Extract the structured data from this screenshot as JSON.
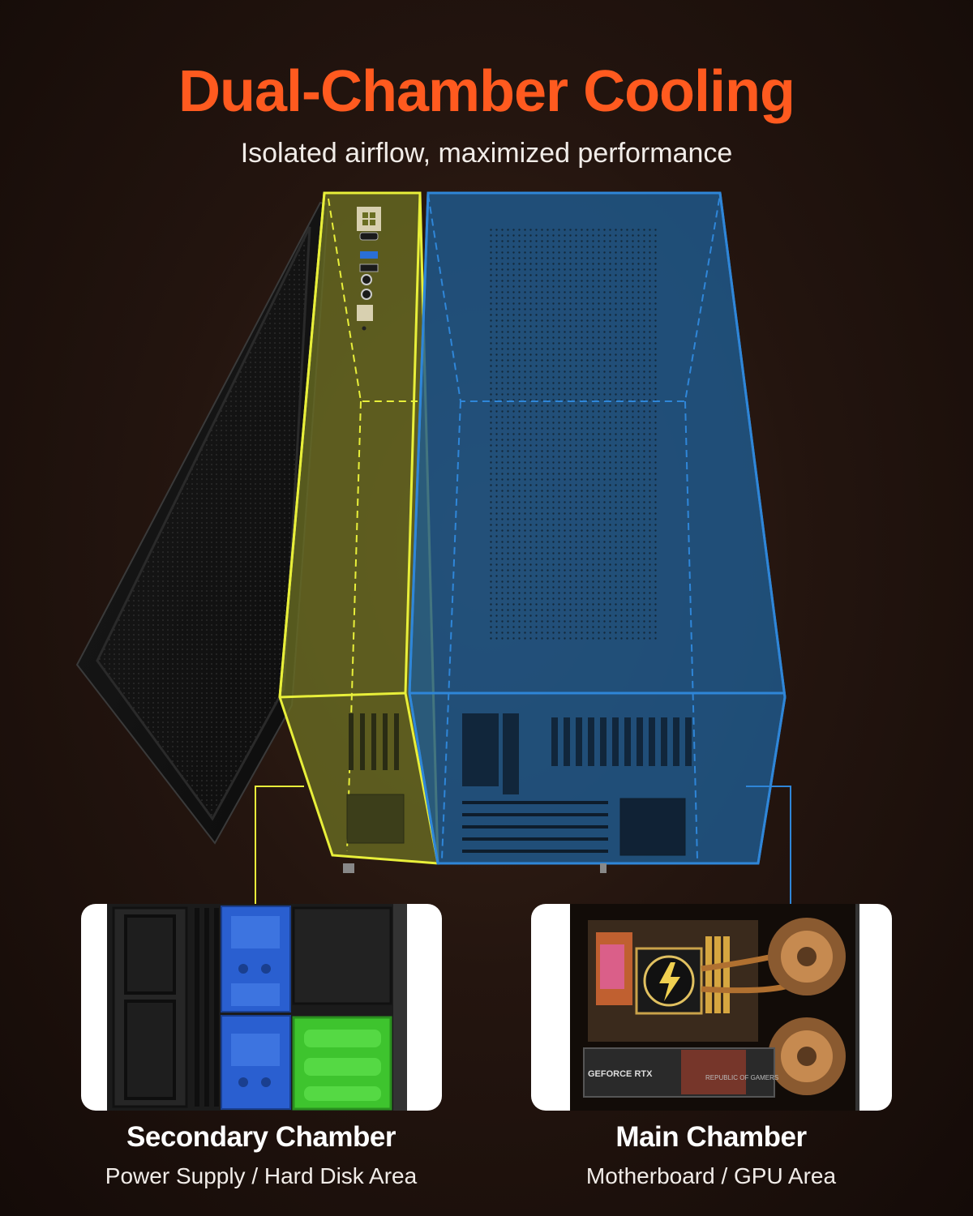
{
  "heading": {
    "title": "Dual-Chamber Cooling",
    "subtitle": "Isolated airflow, maximized performance"
  },
  "colors": {
    "title": "#ff5a1f",
    "secondary_chamber": "#e8ef3a",
    "main_chamber": "#2f86d8",
    "hdd_tray": "#2a5fd0",
    "ssd_tray": "#3ec42e"
  },
  "chambers": [
    {
      "title": "Secondary Chamber",
      "description": "Power Supply / Hard Disk Area"
    },
    {
      "title": "Main Chamber",
      "description": "Motherboard / GPU Area"
    }
  ],
  "gpu_labels": {
    "brand": "GEFORCE RTX",
    "series": "REPUBLIC OF GAMERS"
  },
  "icons": [
    "power-button-icon",
    "usb-icon",
    "audio-jack-icon",
    "fan-logo-icon",
    "lightning-bolt-icon"
  ]
}
